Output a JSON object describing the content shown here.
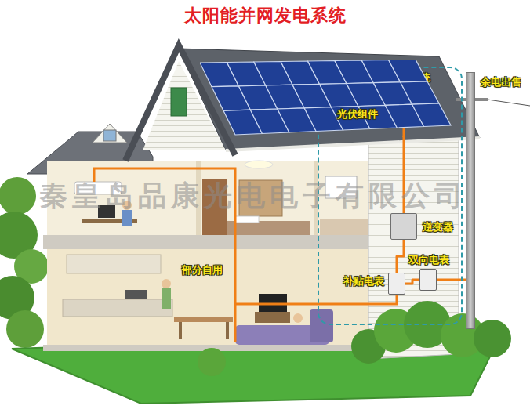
{
  "diagram": {
    "title": "太阳能并网发电系统",
    "nodes": [
      {
        "text": [
          "太阳能光伏并网发电系统"
        ]
      },
      {
        "text": [
          "光伏组件"
        ]
      },
      {
        "text": [
          "逆变器"
        ],
        "in": 0
      },
      {
        "text": [
          "补贴电表"
        ],
        "in": 0
      },
      {
        "text": [
          "双向电表"
        ],
        "in": 0
      },
      {
        "text": [
          "余电出售"
        ]
      }
    ],
    "edges": [
      {
        "from": 1,
        "to": 2,
        "arrow": "none"
      },
      {
        "from": 2,
        "to": 3,
        "arrow": "none"
      },
      {
        "from": 3,
        "to": 4,
        "arrow": "none"
      },
      {
        "from": 4,
        "to": 5,
        "arrow": "none"
      }
    ],
    "labels": [
      "部分自用",
      "秦皇岛品康光电电子有限公司"
    ]
  }
}
